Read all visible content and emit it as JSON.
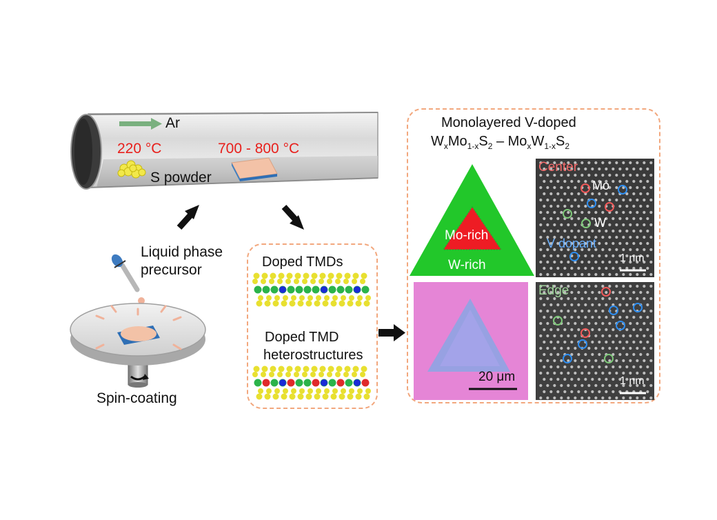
{
  "furnace": {
    "gas_label": "Ar",
    "left_temp": "220 °C",
    "right_temp": "700 - 800 °C",
    "powder_label": "S powder"
  },
  "spin": {
    "precursor_line1": "Liquid phase",
    "precursor_line2": "precursor",
    "label": "Spin-coating"
  },
  "products": {
    "doped_tmds": "Doped TMDs",
    "hetero_line1": "Doped TMD",
    "hetero_line2": "heterostructures"
  },
  "result": {
    "title_line1": "Monolayered V-doped",
    "formula_left": {
      "W": "W",
      "x1": "x",
      "Mo": "Mo",
      "sub1": "1-x",
      "S": "S",
      "sub2": "2"
    },
    "dash": "–",
    "formula_right": {
      "Mo": "Mo",
      "x1": "x",
      "W": "W",
      "sub1": "1-x",
      "S": "S",
      "sub2": "2"
    },
    "mo_rich": "Mo-rich",
    "w_rich": "W-rich",
    "scale_optical": "20 μm",
    "center_label": "Center",
    "mo_label": "Mo",
    "w_label": "W",
    "v_label": "V dopant",
    "scale_nm_1": "1 nm",
    "edge_label": "Edge",
    "scale_nm_2": "1 nm"
  },
  "colors": {
    "temp_red": "#e8201c",
    "dashed_border": "#f2a77d",
    "triangle_green": "#22c72a",
    "triangle_red": "#ee1c24",
    "optical_pink": "#e585d6",
    "mo_circle": "#f15a5a",
    "w_circle": "#7fc97a",
    "v_circle": "#2f8ef0"
  }
}
